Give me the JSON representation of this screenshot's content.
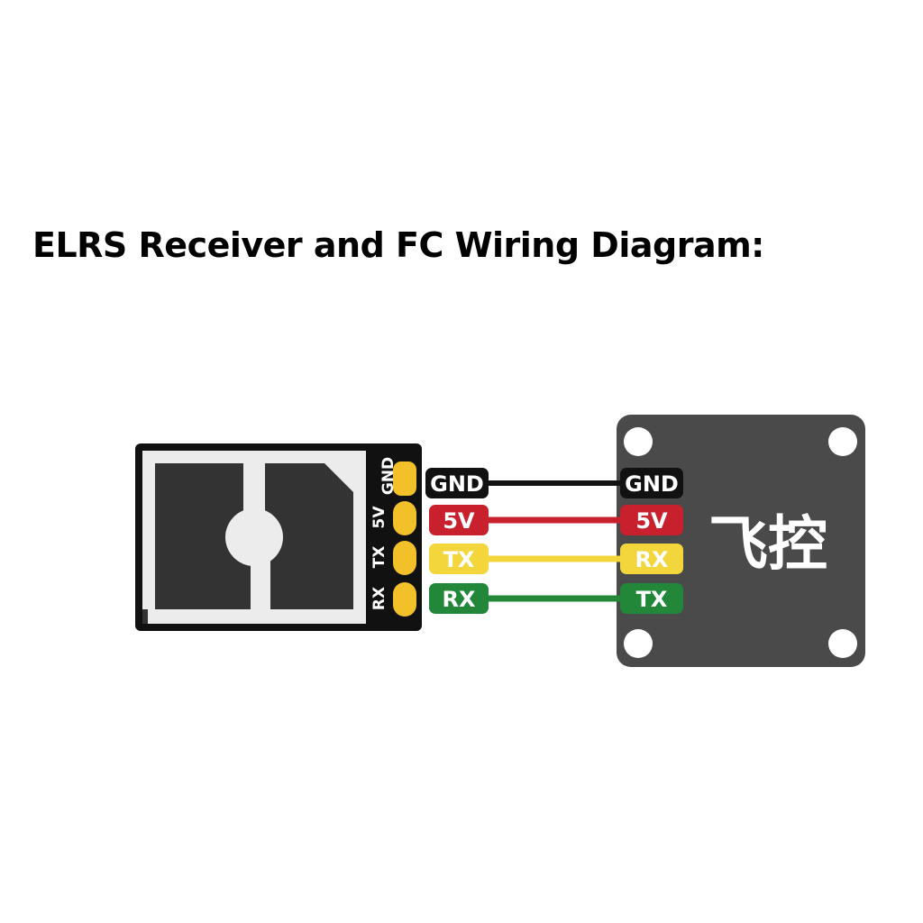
{
  "title": "ELRS Receiver and FC Wiring Diagram:",
  "colors": {
    "gnd": "#111111",
    "v5": "#c8202c",
    "tx": "#f2d63c",
    "rx": "#23873a",
    "pad": "#f2c029",
    "fc_board": "#4a4a4a",
    "receiver_board": "#111111"
  },
  "receiver": {
    "pins": [
      "GND",
      "5V",
      "TX",
      "RX"
    ],
    "labels": [
      "GND",
      "5V",
      "TX",
      "RX"
    ]
  },
  "flight_controller": {
    "title": "飞控",
    "labels": [
      "GND",
      "5V",
      "RX",
      "TX"
    ]
  }
}
